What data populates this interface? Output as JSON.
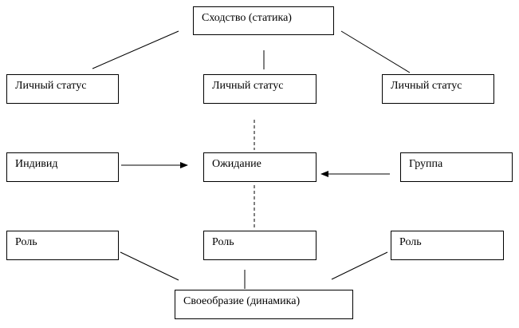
{
  "nodes": {
    "similarity": "Сходство (статика)",
    "personal_status_left": "Личный статус",
    "personal_status_center": "Личный статус",
    "personal_status_right": "Личный статус",
    "individual": "Индивид",
    "expectation": "Ожидание",
    "group": "Группа",
    "role_left": "Роль",
    "role_center": "Роль",
    "role_right": "Роль",
    "uniqueness": "Своеобразие (динамика)"
  },
  "colors": {
    "line": "#000000",
    "box_border": "#000000",
    "background": "#ffffff"
  }
}
